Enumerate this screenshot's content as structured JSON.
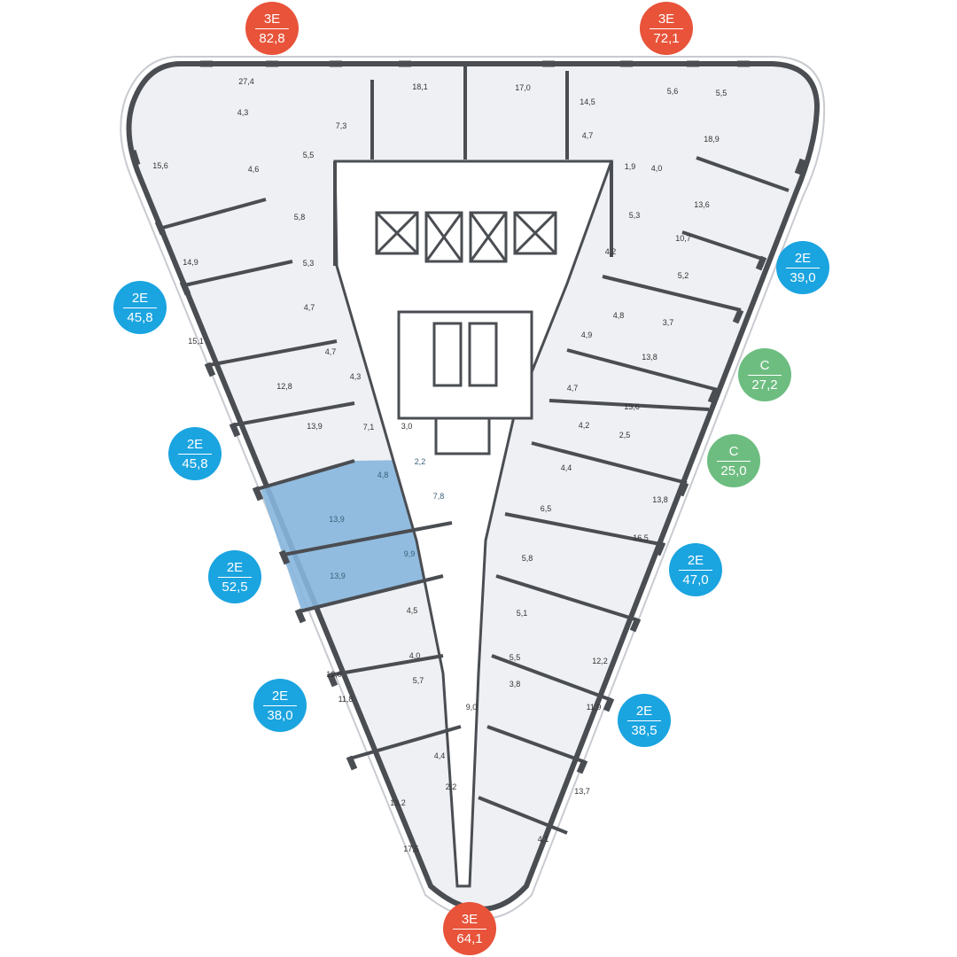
{
  "colors": {
    "wall": "#4a4d52",
    "floor": "#eef0f3",
    "selected_unit": "#86b6dd",
    "badge_3e": "#e8533a",
    "badge_2e": "#1aa4e0",
    "badge_studio": "#6dbd80"
  },
  "badges": [
    {
      "id": "top-left",
      "type": "3E",
      "area": "82,8",
      "color": "#e8533a"
    },
    {
      "id": "top-right",
      "type": "3E",
      "area": "72,1",
      "color": "#e8533a"
    },
    {
      "id": "left-1",
      "type": "2E",
      "area": "45,8",
      "color": "#1aa4e0"
    },
    {
      "id": "left-2",
      "type": "2E",
      "area": "45,8",
      "color": "#1aa4e0"
    },
    {
      "id": "left-3",
      "type": "2E",
      "area": "52,5",
      "color": "#1aa4e0"
    },
    {
      "id": "left-4",
      "type": "2E",
      "area": "38,0",
      "color": "#1aa4e0"
    },
    {
      "id": "right-1",
      "type": "2E",
      "area": "39,0",
      "color": "#1aa4e0"
    },
    {
      "id": "right-2",
      "type": "С",
      "area": "27,2",
      "color": "#6dbd80"
    },
    {
      "id": "right-3",
      "type": "С",
      "area": "25,0",
      "color": "#6dbd80"
    },
    {
      "id": "right-4",
      "type": "2E",
      "area": "47,0",
      "color": "#1aa4e0"
    },
    {
      "id": "right-5",
      "type": "2E",
      "area": "38,5",
      "color": "#1aa4e0"
    },
    {
      "id": "bottom",
      "type": "3E",
      "area": "64,1",
      "color": "#e8533a"
    }
  ],
  "rooms": [
    {
      "v": "27,4"
    },
    {
      "v": "4,3"
    },
    {
      "v": "7,3"
    },
    {
      "v": "18,1"
    },
    {
      "v": "15,6"
    },
    {
      "v": "4,6"
    },
    {
      "v": "5,5"
    },
    {
      "v": "17,0"
    },
    {
      "v": "14,5"
    },
    {
      "v": "4,7"
    },
    {
      "v": "5,6"
    },
    {
      "v": "5,5"
    },
    {
      "v": "18,9"
    },
    {
      "v": "1,9"
    },
    {
      "v": "4,0"
    },
    {
      "v": "5,8"
    },
    {
      "v": "14,9"
    },
    {
      "v": "5,3"
    },
    {
      "v": "4,7"
    },
    {
      "v": "15,1"
    },
    {
      "v": "4,7"
    },
    {
      "v": "4,3"
    },
    {
      "v": "12,8"
    },
    {
      "v": "13,9"
    },
    {
      "v": "7,1"
    },
    {
      "v": "3,0"
    },
    {
      "v": "13,6"
    },
    {
      "v": "5,3"
    },
    {
      "v": "10,7"
    },
    {
      "v": "4,2"
    },
    {
      "v": "5,2"
    },
    {
      "v": "4,8"
    },
    {
      "v": "3,7"
    },
    {
      "v": "4,9"
    },
    {
      "v": "13,8"
    },
    {
      "v": "4,7"
    },
    {
      "v": "13,6"
    },
    {
      "v": "4,2"
    },
    {
      "v": "2,5"
    },
    {
      "v": "4,4"
    },
    {
      "v": "6,5"
    },
    {
      "v": "13,8"
    },
    {
      "v": "5,8"
    },
    {
      "v": "16,5"
    },
    {
      "v": "2,2",
      "sel": true
    },
    {
      "v": "4,8",
      "sel": true
    },
    {
      "v": "7,8",
      "sel": true
    },
    {
      "v": "13,9",
      "sel": true
    },
    {
      "v": "9,9",
      "sel": true
    },
    {
      "v": "13,9",
      "sel": true
    },
    {
      "v": "4,5"
    },
    {
      "v": "4,0"
    },
    {
      "v": "12,0"
    },
    {
      "v": "5,7"
    },
    {
      "v": "11,8"
    },
    {
      "v": "9,0"
    },
    {
      "v": "5,1"
    },
    {
      "v": "5,5"
    },
    {
      "v": "12,2"
    },
    {
      "v": "3,8"
    },
    {
      "v": "11,9"
    },
    {
      "v": "4,4"
    },
    {
      "v": "2,2"
    },
    {
      "v": "13,2"
    },
    {
      "v": "13,7"
    },
    {
      "v": "4,1"
    },
    {
      "v": "17,5"
    }
  ]
}
